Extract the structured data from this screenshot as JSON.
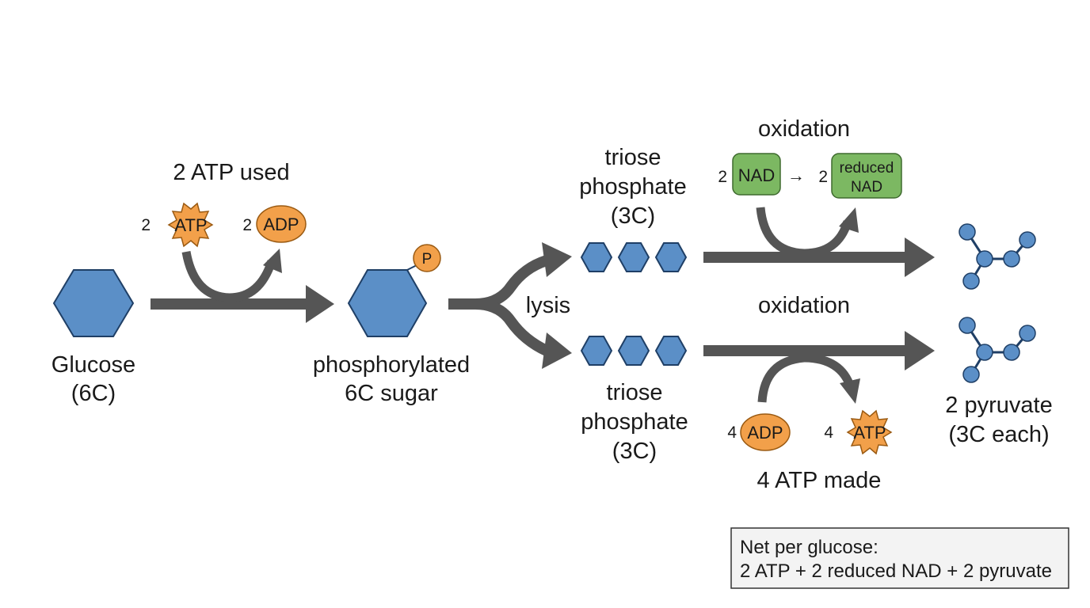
{
  "colors": {
    "hexagon": "#5b8fc7",
    "hexagon_stroke": "#1f3f66",
    "arrow": "#555555",
    "atp_orange": "#f2a04a",
    "orange_stroke": "#9a5a12",
    "nad_green": "#7cb862",
    "green_stroke": "#3e6a2e",
    "text": "#1a1a1a"
  },
  "glucose": {
    "name": "Glucose",
    "carbons": "(6C)",
    "icon": "hexagon-icon"
  },
  "step1": {
    "header": "2 ATP used",
    "atp_coef": "2",
    "atp_label": "ATP",
    "adp_coef": "2",
    "adp_label": "ADP"
  },
  "phosphorylated": {
    "line1": "phosphorylated",
    "line2": "6C sugar",
    "phosphate": "P"
  },
  "lysis": "lysis",
  "triose_top": {
    "line1": "triose",
    "line2": "phosphate",
    "line3": "(3C)"
  },
  "triose_bottom": {
    "line1": "triose",
    "line2": "phosphate",
    "line3": "(3C)"
  },
  "oxidation_top": {
    "label": "oxidation",
    "nad_coef": "2",
    "nad_label": "NAD",
    "arrow_glyph": "→",
    "reduced_coef": "2",
    "reduced_line1": "reduced",
    "reduced_line2": "NAD"
  },
  "oxidation_bottom": {
    "label": "oxidation",
    "adp_coef": "4",
    "adp_label": "ADP",
    "atp_coef": "4",
    "atp_label": "ATP",
    "footer": "4 ATP made"
  },
  "pyruvate": {
    "line1": "2 pyruvate",
    "line2": "(3C each)"
  },
  "net": {
    "line1": "Net per glucose:",
    "line2": "2 ATP + 2 reduced NAD + 2 pyruvate"
  }
}
